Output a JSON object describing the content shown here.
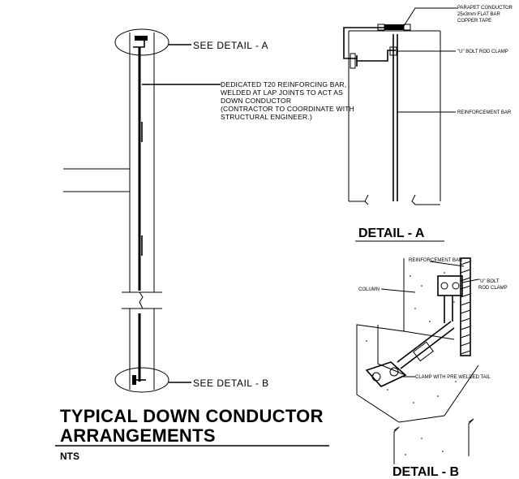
{
  "main_elevation": {
    "callout_a": "SEE DETAIL - A",
    "callout_b": "SEE DETAIL - B",
    "reinforcing_note": [
      "DEDICATED T20 REINFORCING BAR,",
      "WELDED AT LAP JOINTS TO ACT AS",
      "DOWN CONDUCTOR",
      "(CONTRACTOR TO COORDINATE WITH",
      "STRUCTURAL ENGINEER.)"
    ]
  },
  "detail_a": {
    "heading": "DETAIL - A",
    "parapet_label": [
      "PARAPET CONDUCTOR",
      "25x3mm FLAT BAR",
      "COPPER TAPE"
    ],
    "clamp_label": "\"U\" BOLT ROD CLAMP",
    "reinforcement_label": "REINFORCEMENT BAR"
  },
  "detail_b": {
    "heading": "DETAIL - B",
    "reinforcement_label": "REINFORCEMENT BAR",
    "column_label": "COLUMN",
    "clamp_label": [
      "\"U\" BOLT",
      "ROD CLAMP"
    ],
    "tail_label": "CLAMP WITH PRE WELDED TAIL"
  },
  "title_block": {
    "title_line1": "TYPICAL DOWN CONDUCTOR",
    "title_line2": "ARRANGEMENTS",
    "scale": "NTS"
  }
}
